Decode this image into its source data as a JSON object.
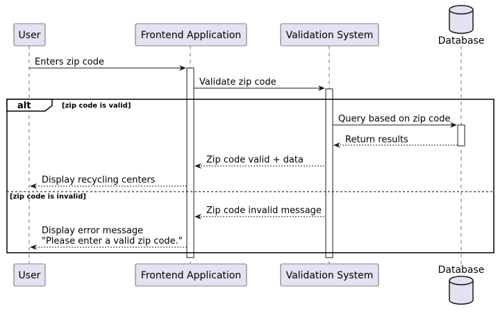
{
  "participants": {
    "user": "User",
    "frontend": "Frontend Application",
    "validation": "Validation System",
    "database": "Database"
  },
  "messages": {
    "m1": "Enters zip code",
    "m2": "Validate zip code",
    "m3": "Query based on zip code",
    "m4": "Return results",
    "m5": "Zip code valid + data",
    "m6": "Display recycling centers",
    "m7": "Zip code invalid message",
    "m8_line1": "Display error message",
    "m8_line2": "\"Please enter a valid zip code.\""
  },
  "fragment": {
    "keyword": "alt",
    "guard_valid": "[zip code is valid]",
    "guard_invalid": "[zip code is invalid]"
  },
  "colors": {
    "participant_fill": "#E2E2F0",
    "participant_stroke": "#181818",
    "lifeline": "#181818",
    "background": "#ffffff"
  }
}
